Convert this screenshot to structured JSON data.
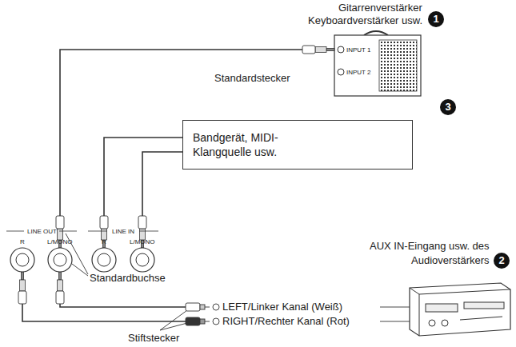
{
  "diagram": {
    "nodes": [
      {
        "text": [
          "Bandgerät, MIDI-Klangquelle usw."
        ]
      }
    ],
    "labels": [
      "Gitarrenverstärker",
      "Keyboardverstärker usw.",
      "1",
      "INPUT 1",
      "INPUT 2",
      "Standardstecker",
      "LINE OUT",
      "R",
      "L/MONO",
      "LINE IN",
      "R",
      "L/MONO",
      "Standardbuchse",
      "AUX IN-Eingang usw. des",
      "Audioverstärkers",
      "2",
      "LEFT/Linker Kanal (Weiß)",
      "RIGHT/Rechter Kanal (Rot)",
      "Stiftstecker",
      "3"
    ]
  }
}
